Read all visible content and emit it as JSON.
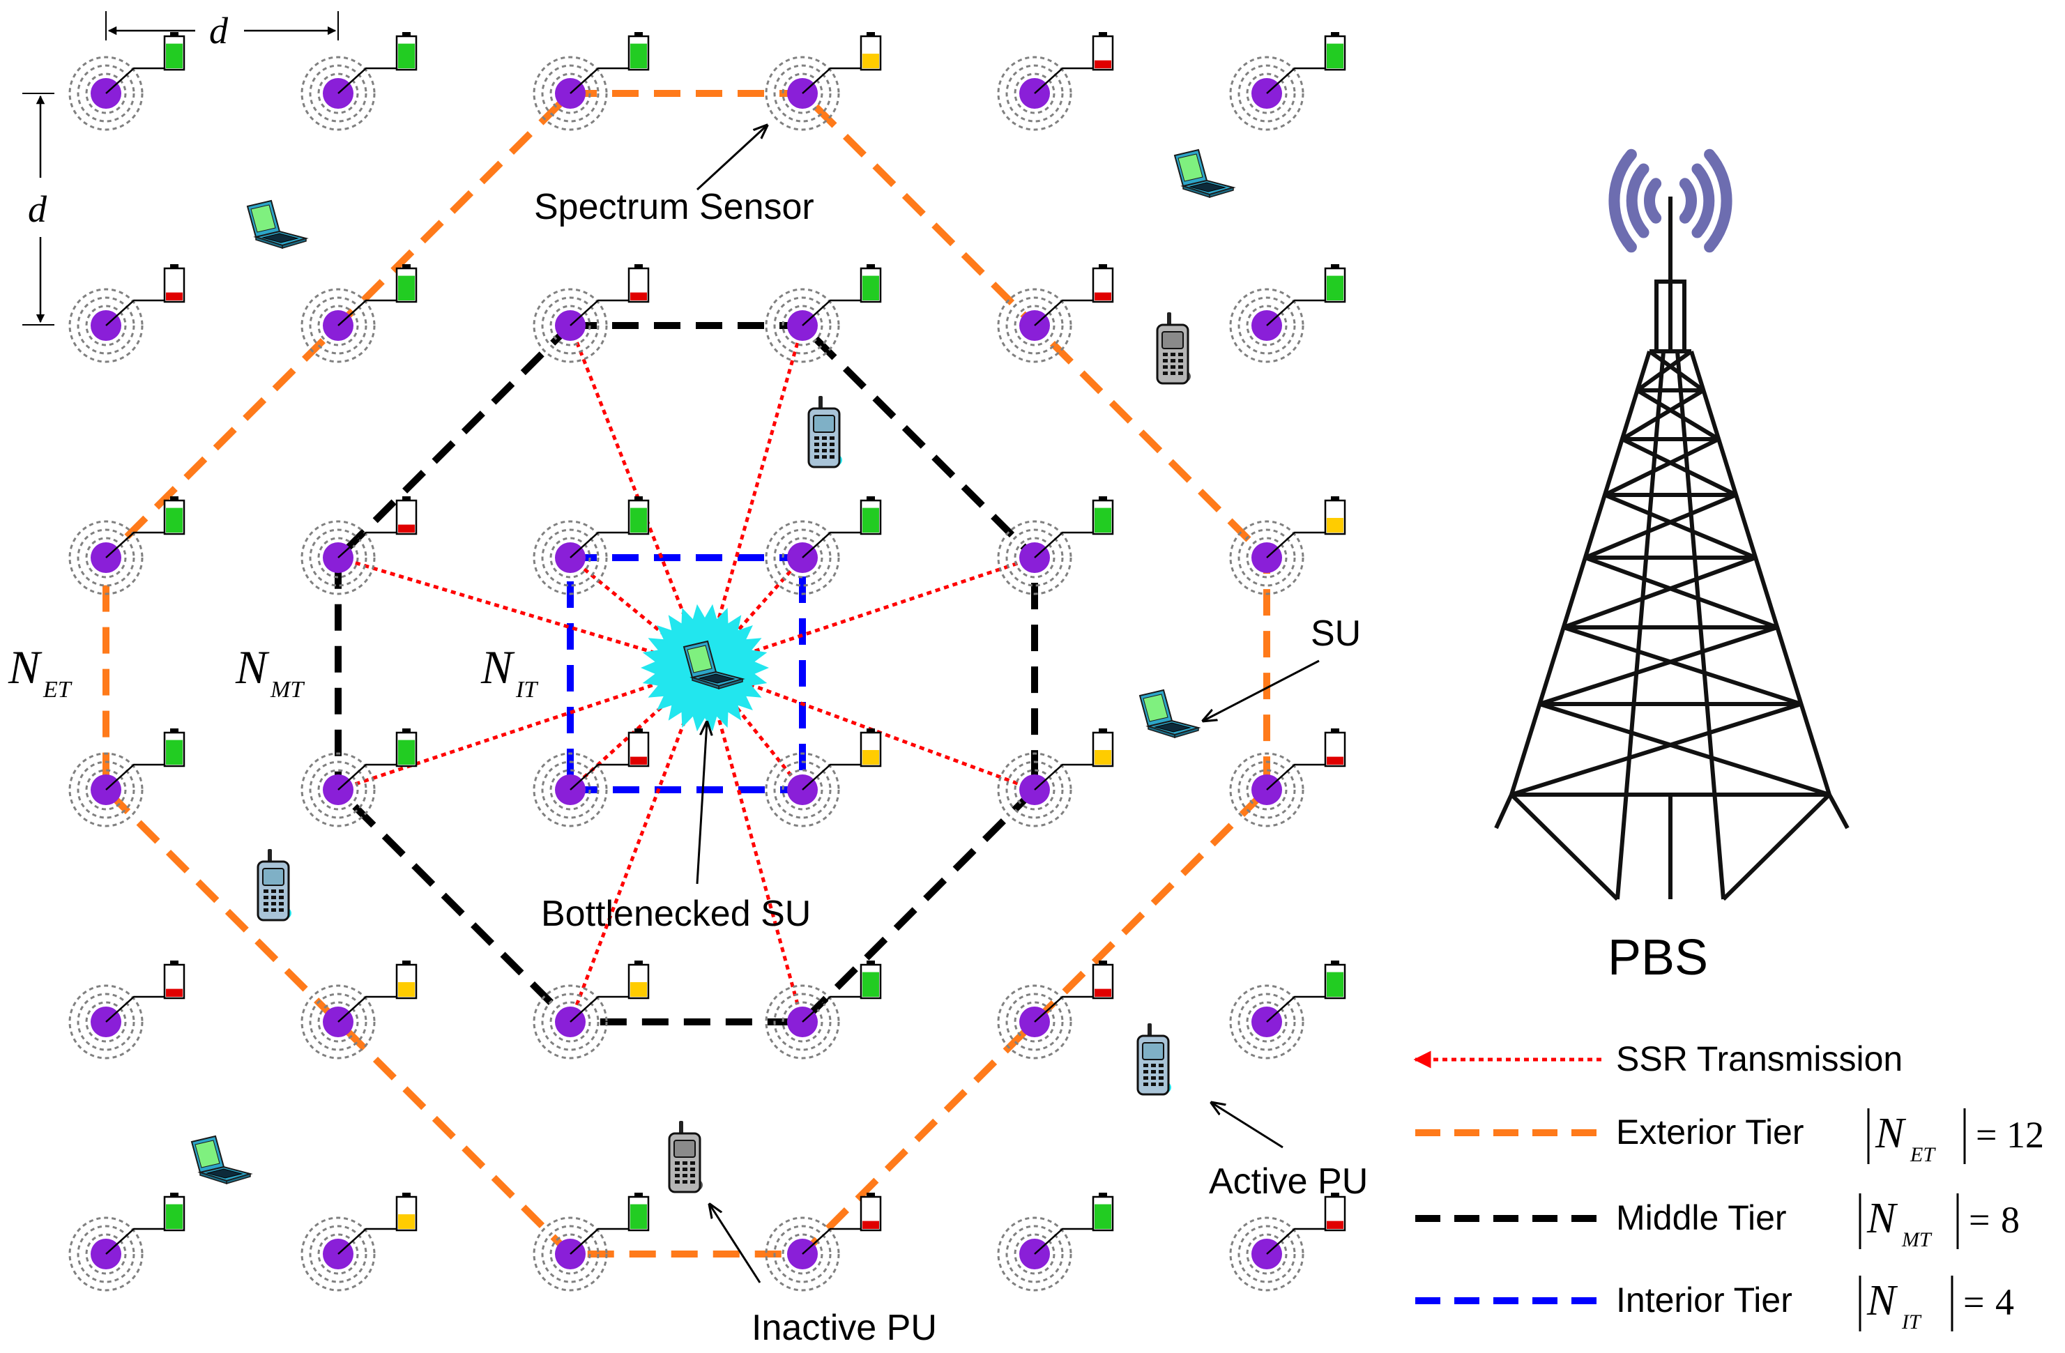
{
  "labels": {
    "d_horizontal": "d",
    "d_vertical": "d",
    "spectrum_sensor": "Spectrum Sensor",
    "su": "SU",
    "bottlenecked_su": "Bottlenecked SU",
    "active_pu": "Active PU",
    "inactive_pu": "Inactive PU",
    "pbs": "PBS"
  },
  "tier_labels": {
    "exterior": {
      "symbol": "N",
      "sub": "ET"
    },
    "middle": {
      "symbol": "N",
      "sub": "MT"
    },
    "interior": {
      "symbol": "N",
      "sub": "IT"
    }
  },
  "legend": [
    {
      "label": "SSR Transmission",
      "style": "dotted-arrow",
      "color": "#ff0000",
      "formula": null
    },
    {
      "label": "Exterior Tier",
      "style": "dashed",
      "color": "#ff7a1a",
      "formula": {
        "sub": "ET",
        "value": "12"
      }
    },
    {
      "label": "Middle Tier",
      "style": "dashed",
      "color": "#000000",
      "formula": {
        "sub": "MT",
        "value": "8"
      }
    },
    {
      "label": "Interior Tier",
      "style": "dashed",
      "color": "#0000ff",
      "formula": {
        "sub": "IT",
        "value": "4"
      }
    }
  ],
  "colors": {
    "sensor_dot": "#8a1fd8",
    "sensor_ring": "#808080",
    "ssr_arrow": "#ff0000",
    "exterior_tier": "#ff7a1a",
    "middle_tier": "#000000",
    "interior_tier": "#0000ff",
    "bottleneck_burst": "#22e6ee",
    "battery_full": "#22cc22",
    "battery_medium": "#ffcc00",
    "battery_low": "#e00000",
    "tower": "#111111",
    "antenna_waves": "#6d6db0"
  },
  "sensor_grid": {
    "rows": 6,
    "cols": 6,
    "battery_levels": [
      [
        "full",
        "full",
        "full",
        "medium",
        "low",
        "full"
      ],
      [
        "low",
        "full",
        "low",
        "full",
        "low",
        "full"
      ],
      [
        "full",
        "low",
        "full",
        "full",
        "full",
        "medium"
      ],
      [
        "full",
        "full",
        "low",
        "medium",
        "medium",
        "low"
      ],
      [
        "low",
        "medium",
        "medium",
        "full",
        "low",
        "full"
      ],
      [
        "full",
        "medium",
        "full",
        "low",
        "full",
        "low"
      ]
    ]
  },
  "icons": {
    "sensor": "sensor-node-icon",
    "battery": "battery-icon",
    "su": "laptop-icon",
    "pu": "cellphone-icon",
    "pbs": "transmission-tower-icon"
  }
}
